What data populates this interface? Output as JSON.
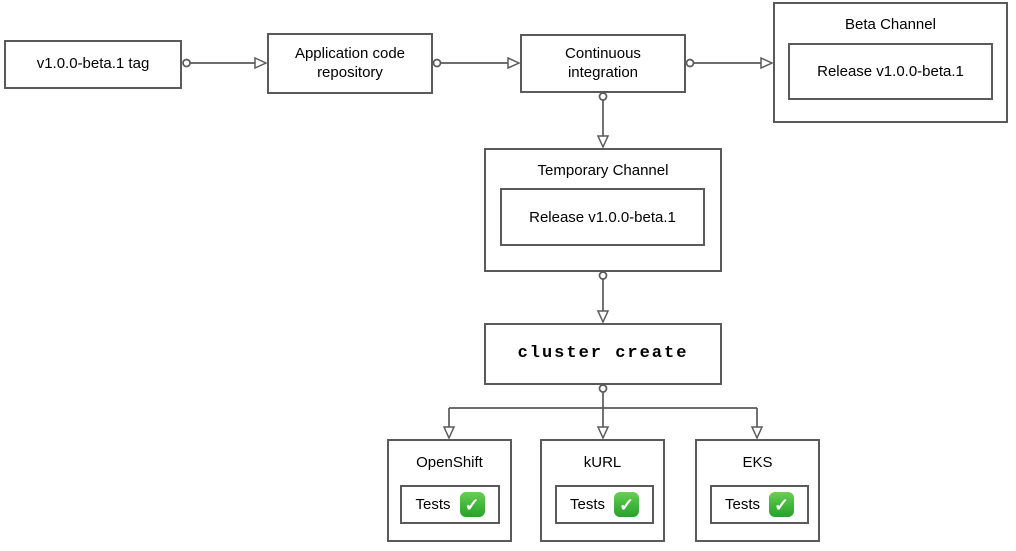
{
  "diagram": {
    "nodes": {
      "tag": {
        "label": "v1.0.0-beta.1 tag"
      },
      "repo": {
        "label": "Application code repository"
      },
      "ci": {
        "label": "Continuous integration"
      },
      "beta_channel": {
        "title": "Beta Channel",
        "release_label": "Release v1.0.0-beta.1"
      },
      "temporary_channel": {
        "title": "Temporary Channel",
        "release_label": "Release v1.0.0-beta.1"
      },
      "cluster_create": {
        "label": "cluster create"
      },
      "clusters": [
        {
          "title": "OpenShift",
          "tests_label": "Tests",
          "status": "passed"
        },
        {
          "title": "kURL",
          "tests_label": "Tests",
          "status": "passed"
        },
        {
          "title": "EKS",
          "tests_label": "Tests",
          "status": "passed"
        }
      ]
    },
    "icons": {
      "check_glyph": "✓"
    },
    "colors": {
      "stroke": "#5a5a5a",
      "background": "#ffffff",
      "text": "#000000",
      "check_green": "#3fae39"
    }
  }
}
